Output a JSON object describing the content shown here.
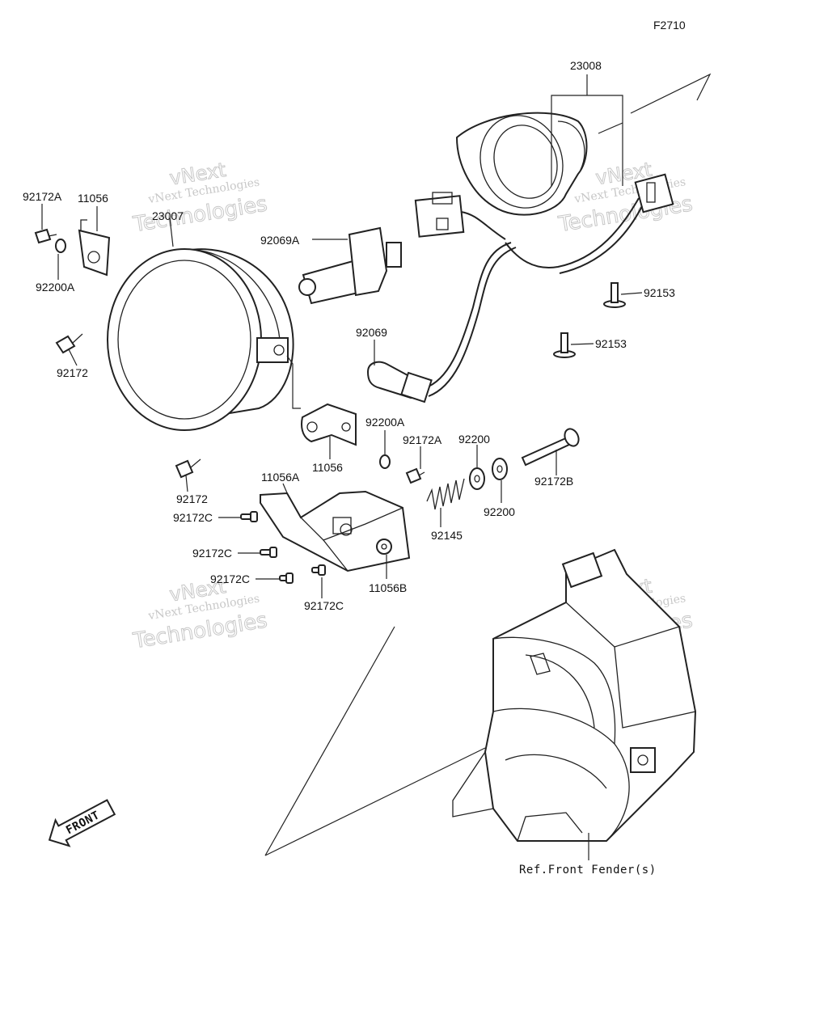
{
  "figure_id": "F2710",
  "reference_note": "Ref.Front Fender(s)",
  "front_arrow_label": "FRONT",
  "watermark": {
    "line1": "vNext Technologies",
    "line2": "vNext",
    "line3": "Technologies"
  },
  "parts": {
    "p23008": "23008",
    "p23007": "23007",
    "p92069A": "92069A",
    "p92069": "92069",
    "p92172A_top": "92172A",
    "p11056_top": "11056",
    "p92200A_top": "92200A",
    "p92172_top": "92172",
    "p92153_a": "92153",
    "p92153_b": "92153",
    "p92200A_mid": "92200A",
    "p11056_mid": "11056",
    "p92172A_mid": "92172A",
    "p92200_a": "92200",
    "p92200_b": "92200",
    "p92172B": "92172B",
    "p92172_mid": "92172",
    "p11056A": "11056A",
    "p92172C_a": "92172C",
    "p92172C_b": "92172C",
    "p92172C_c": "92172C",
    "p92172C_d": "92172C",
    "p92145": "92145",
    "p11056B": "11056B"
  }
}
